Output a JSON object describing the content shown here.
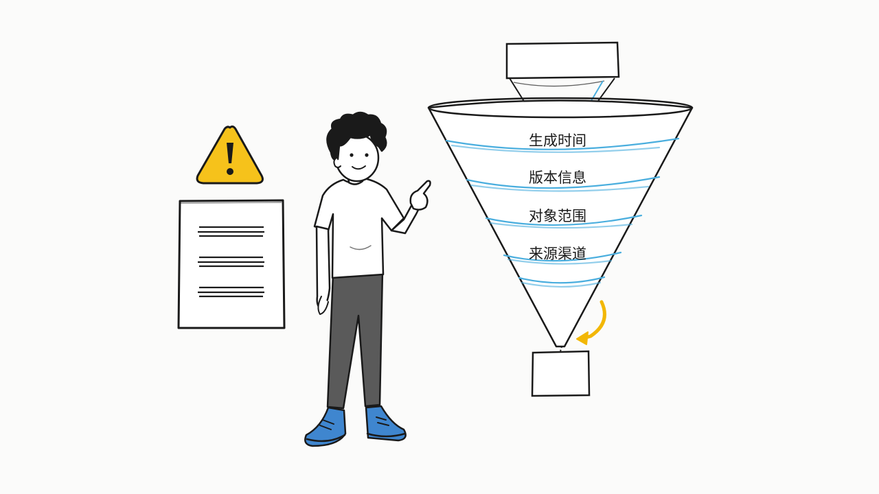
{
  "funnel": {
    "layers": [
      {
        "label": "生成时间"
      },
      {
        "label": "版本信息"
      },
      {
        "label": "对象范围"
      },
      {
        "label": "来源渠道"
      }
    ]
  },
  "colors": {
    "ink": "#1a1a1a",
    "warning": "#f6c21b",
    "water": "#4aaede",
    "pants": "#5a5a5a",
    "shoe": "#3f86cf",
    "arrow": "#f2b705"
  },
  "icons": {
    "warning": "warning-triangle-icon",
    "document": "document-icon",
    "arrow": "curved-arrow-icon"
  }
}
